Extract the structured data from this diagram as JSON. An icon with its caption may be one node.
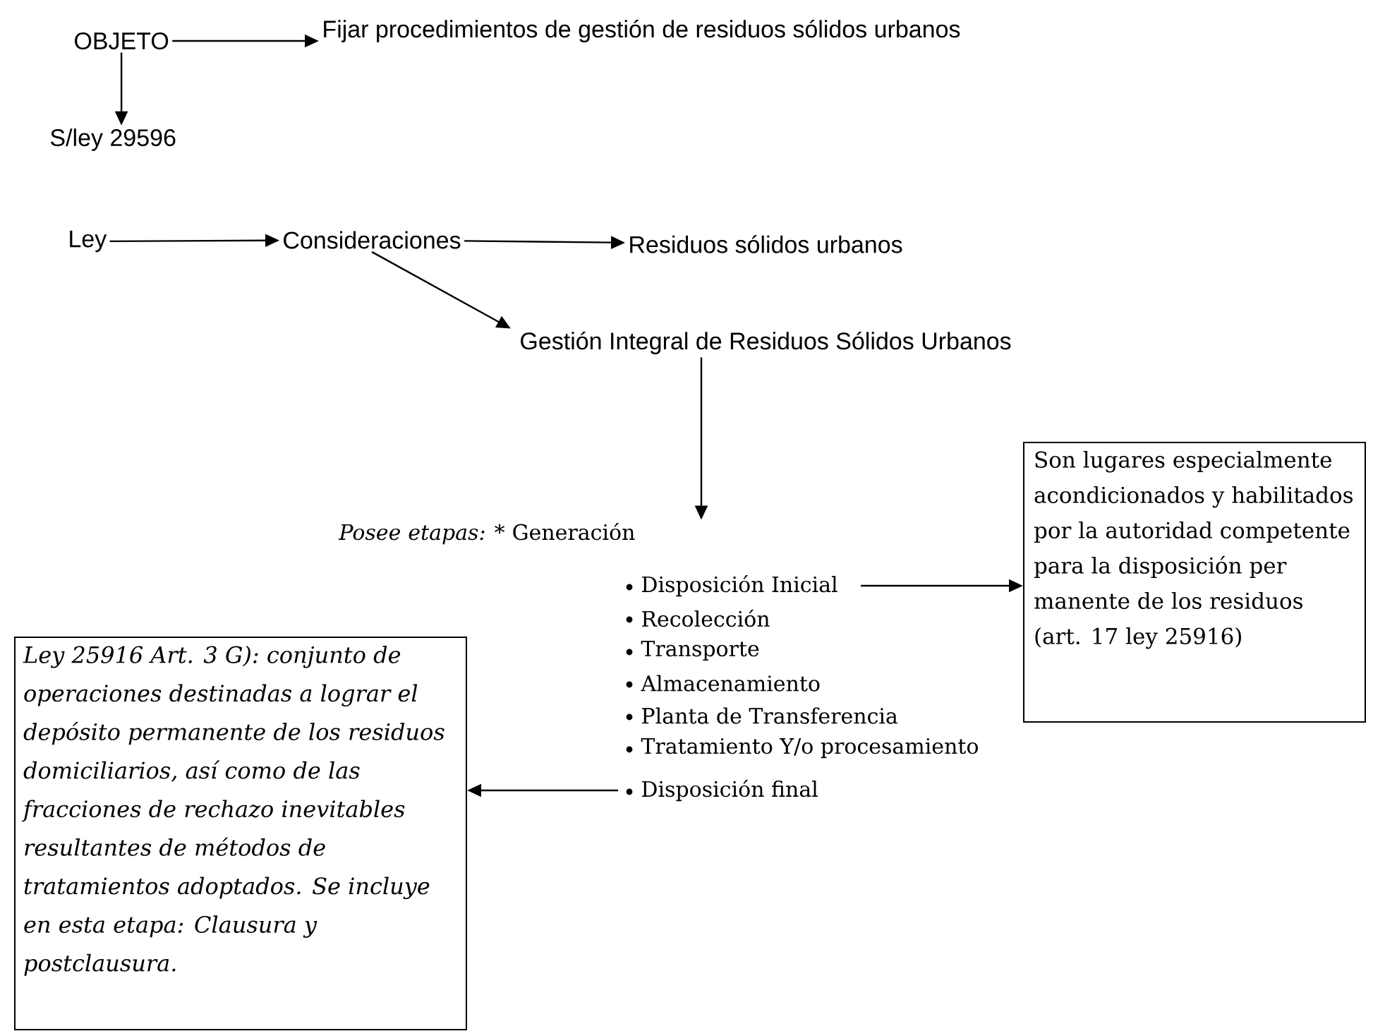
{
  "diagram": {
    "nodes": [
      {
        "text": [
          "OBJETO"
        ]
      },
      {
        "text": [
          "Fijar procedimientos de gestión de residuos sólidos urbanos"
        ]
      },
      {
        "text": [
          "S/ley 29596"
        ]
      },
      {
        "text": [
          "Ley"
        ]
      },
      {
        "text": [
          "Consideraciones"
        ]
      },
      {
        "text": [
          "Residuos sólidos urbanos"
        ]
      },
      {
        "text": [
          "Gestión Integral de Residuos Sólidos Urbanos"
        ]
      },
      {
        "text": [
          "Posee etapas:",
          "* Generación"
        ]
      },
      {
        "text": [
          "Disposición Inicial"
        ]
      },
      {
        "text": [
          "Recolección"
        ]
      },
      {
        "text": [
          "Transporte"
        ]
      },
      {
        "text": [
          "Almacenamiento"
        ]
      },
      {
        "text": [
          "Planta de Transferencia"
        ]
      },
      {
        "text": [
          "Tratamiento Y/o procesamiento"
        ]
      },
      {
        "text": [
          "Disposición final"
        ]
      },
      {
        "text": [
          "Son lugares especialmente acondicionados y habilitados por la autoridad competente para la disposición per manente de los residuos (art. 17 ley 25916)"
        ]
      },
      {
        "text": [
          "Ley 25916 Art. 3 G): conjunto de operaciones destinadas a lograr el depósito permanente de los residuos domiciliarios, así como de las fracciones de rechazo inevitables resultantes de métodos de tratamientos adoptados. Se incluye en esta etapa: Clausura y postclausura."
        ]
      }
    ],
    "edges": [
      {
        "from": 0,
        "to": 1,
        "arrow": "to"
      },
      {
        "from": 0,
        "to": 2,
        "arrow": "to"
      },
      {
        "from": 3,
        "to": 4,
        "arrow": "to"
      },
      {
        "from": 4,
        "to": 5,
        "arrow": "to"
      },
      {
        "from": 4,
        "to": 6,
        "arrow": "to"
      },
      {
        "from": 6,
        "to": 7,
        "arrow": "to"
      },
      {
        "from": 8,
        "to": 15,
        "arrow": "to"
      },
      {
        "from": 14,
        "to": 16,
        "arrow": "to"
      }
    ]
  }
}
